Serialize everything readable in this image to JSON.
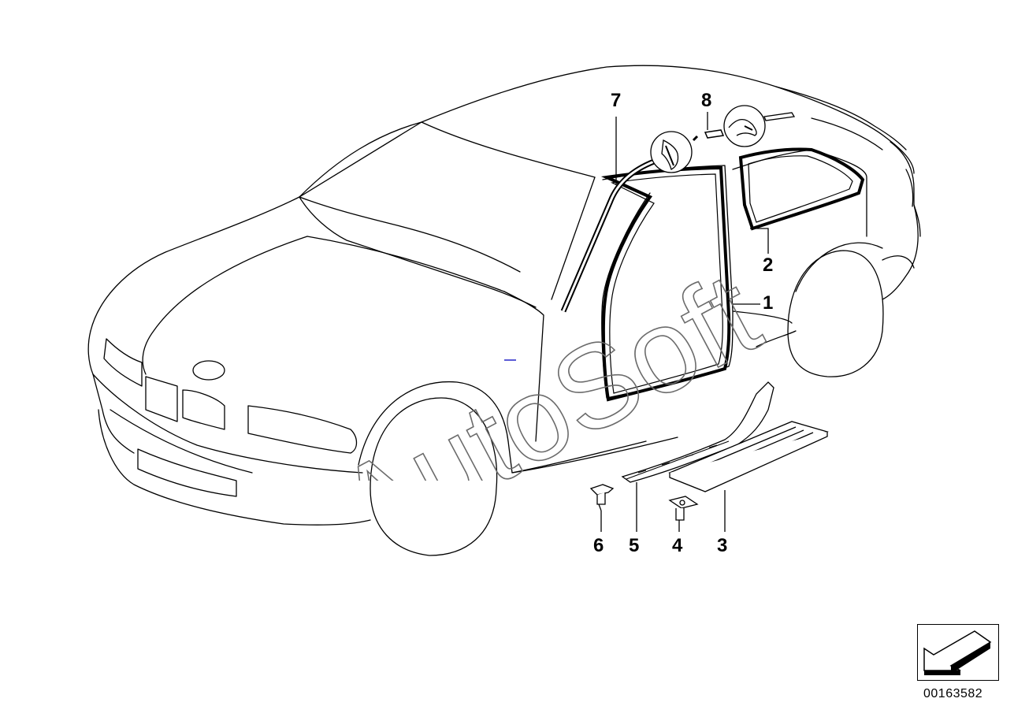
{
  "callouts": {
    "c1": "1",
    "c2": "2",
    "c3": "3",
    "c4": "4",
    "c5": "5",
    "c6": "6",
    "c7": "7",
    "c8": "8"
  },
  "watermark": "AutoSoft",
  "diagram_id": "00163582",
  "colors": {
    "line": "#000000",
    "background": "#ffffff",
    "watermark": "#6b6b6b",
    "accent_dot": "#5b5bd6"
  },
  "icons": {
    "next_page": "arrow-down-left-icon"
  }
}
